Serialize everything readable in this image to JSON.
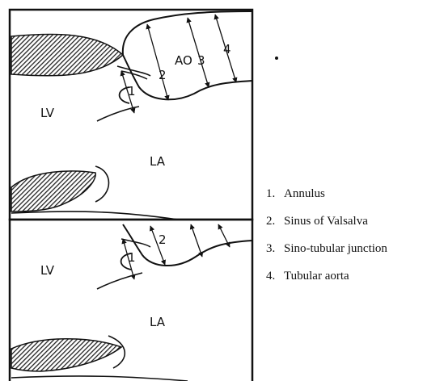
{
  "top_panel": {
    "chamber_lv": "LV",
    "chamber_la": "LA",
    "aorta_label": "AO",
    "measure_labels": [
      "1",
      "2",
      "3",
      "4"
    ]
  },
  "bottom_panel": {
    "chamber_lv": "LV",
    "chamber_la": "LA",
    "measure_labels": [
      "1",
      "2"
    ]
  },
  "legend": [
    {
      "num": "1.",
      "text": "Annulus"
    },
    {
      "num": "2.",
      "text": "Sinus of Valsalva"
    },
    {
      "num": "3.",
      "text": "Sino-tubular junction"
    },
    {
      "num": "4.",
      "text": "Tubular aorta"
    }
  ]
}
